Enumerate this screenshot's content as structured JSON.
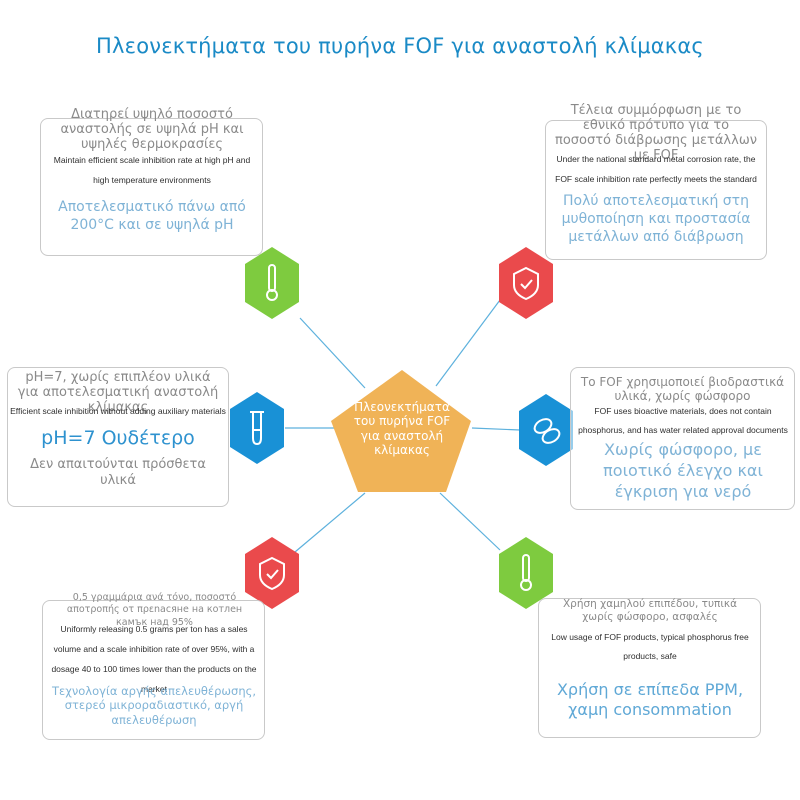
{
  "title": "Πλεονεκτήματα του πυρήνα FOF για αναστολή κλίμακας",
  "center": {
    "label": "Πλεονεκτήματα του πυρήνα FOF για αναστολή κλίμακας",
    "color": "#f0b357"
  },
  "colors": {
    "green": "#7ecb3f",
    "red": "#ea4a4c",
    "blue": "#1991d6",
    "line": "#5db1dd",
    "title": "#1a8ac6"
  },
  "cards": {
    "top_left": {
      "icon": "thermometer-icon",
      "heading": "Διατηρεί υψηλό ποσοστό αναστολής σε υψηλά pH και υψηλές θερμοκρασίες",
      "english": "Maintain efficient scale inhibition rate at high pH and high temperature environments",
      "highlight": "Αποτελεσματικό πάνω από 200°C και σε υψηλά pH"
    },
    "top_right": {
      "icon": "shield-check-icon",
      "heading": "Τέλεια συμμόρφωση με το εθνικό πρότυπο για το ποσοστό διάβρωσης μετάλλων με FOF",
      "english": "Under the national standard metal corrosion rate, the FOF scale inhibition rate perfectly meets the standard",
      "highlight": "Πολύ αποτελεσματική στη μυθοποίηση και προστασία μετάλλων από διάβρωση"
    },
    "mid_left": {
      "icon": "test-tube-icon",
      "heading": "pH=7, χωρίς επιπλέον υλικά για αποτελεσματική αναστολή κλίμακας",
      "english": "Efficient scale inhibition without adding auxiliary materials",
      "highlight": "pH=7 Ουδέτερο",
      "sub": "Δεν απαιτούνται πρόσθετα υλικά"
    },
    "mid_right": {
      "icon": "bean-icon",
      "heading": "Το FOF χρησιμοποιεί βιοδραστικά υλικά, χωρίς φώσφορο",
      "english": "FOF uses bioactive materials, does not contain phosphorus, and has water related approval documents",
      "highlight": "Χωρίς φώσφορο, με ποιοτικό έλεγχο και έγκριση για νερό"
    },
    "bottom_left": {
      "icon": "shield-check-icon",
      "heading": "0,5 γραμμάρια ανά τόνο, ποσοστό αποτροπής οτ πρεnacяне на котлен камък над 95%",
      "english": "Uniformly releasing 0.5 grams per ton has a sales volume and a scale inhibition rate of over 95%, with a dosage 40 to 100 times lower than the products on the market",
      "highlight": "Τεχνολογία αργής απελευθέρωσης, στερεό μικροραδιαστικό, αργή απελευθέρωση"
    },
    "bottom_right": {
      "icon": "thermometer-icon",
      "heading": "Χρήση χαμηλού επιπέδου, τυπικά χωρίς φώσφορο, ασφαλές",
      "english": "Low usage of FOF products, typical phosphorus free products, safe",
      "highlight": "Χρήση σε επίπεδα PPM, χαμη consommation"
    }
  }
}
